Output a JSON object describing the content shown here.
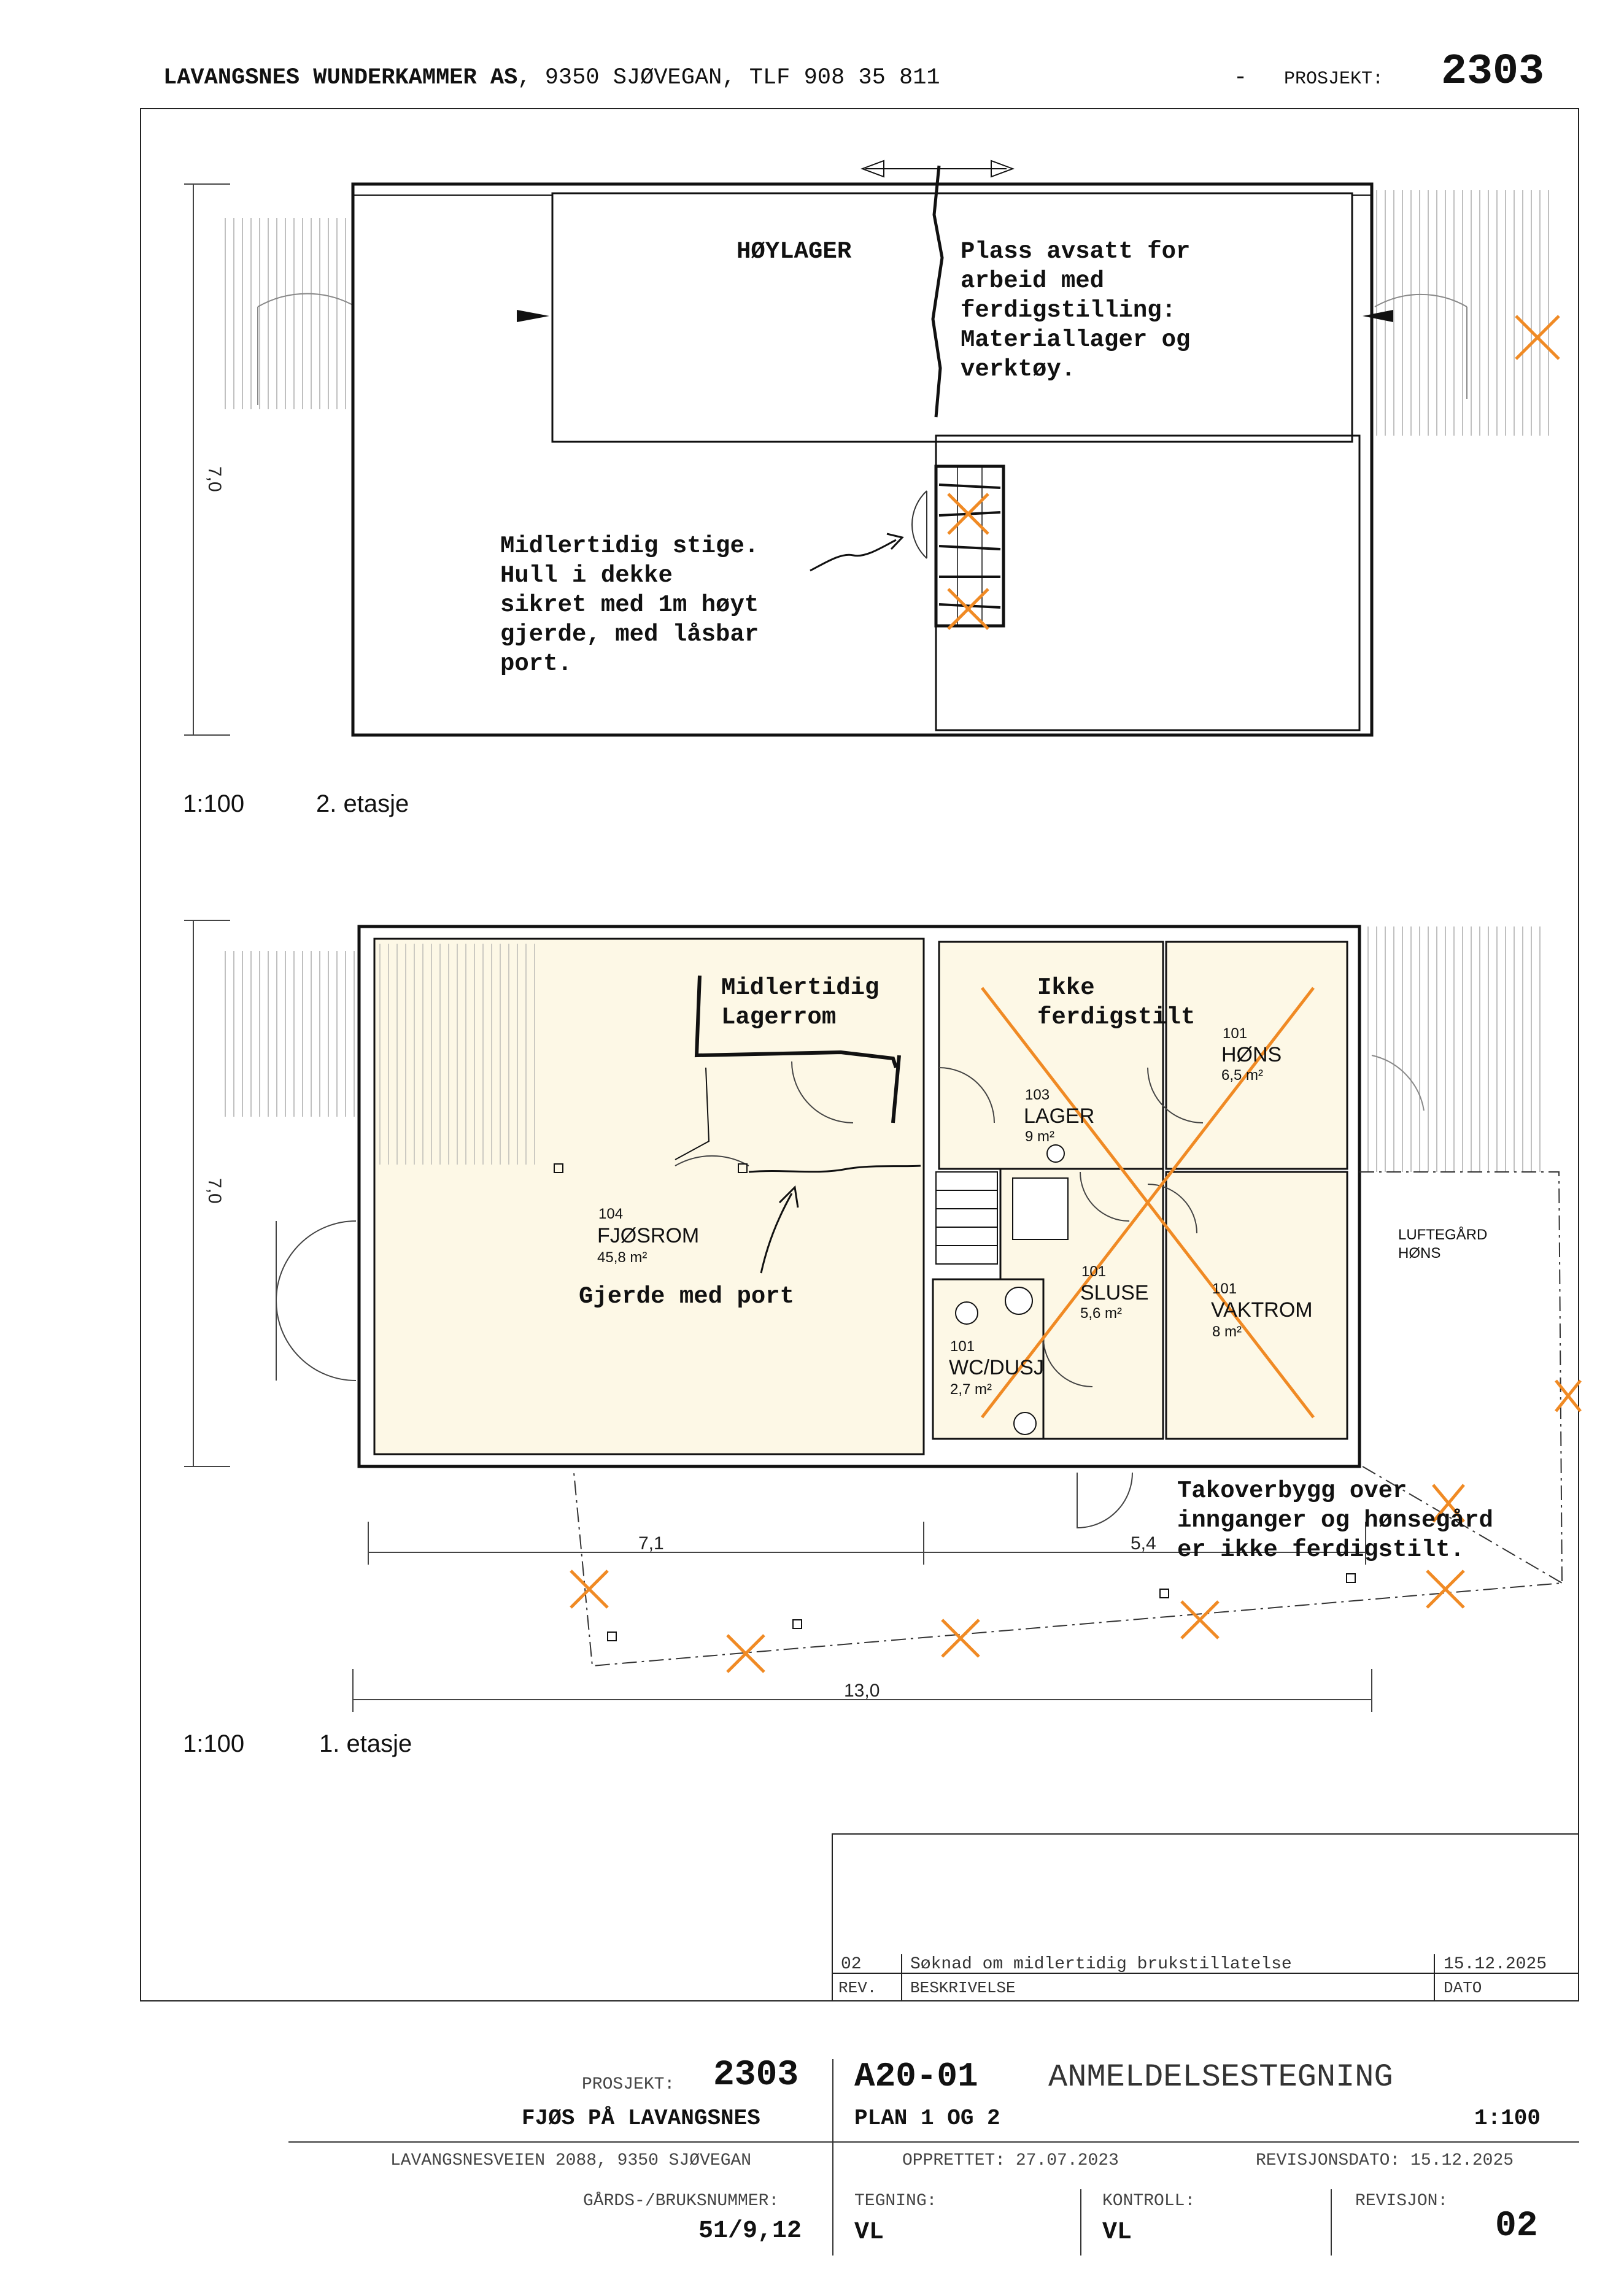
{
  "header": {
    "company": "LAVANGSNES WUNDERKAMMER AS",
    "company_address": ", 9350 SJØVEGAN, TLF 908 35 811",
    "dash": "-",
    "project_label": "PROSJEKT:",
    "project_number": "2303"
  },
  "plan2": {
    "scale": "1:100",
    "name": "2. etasje",
    "height_dim": "7,0",
    "labels": {
      "hoylager": "HØYLAGER",
      "plass": [
        "Plass avsatt for",
        "arbeid med",
        "ferdigstilling:",
        "Materiallager og",
        "verktøy."
      ],
      "stige": [
        "Midlertidig stige.",
        "Hull i dekke",
        "sikret med 1m høyt",
        "gjerde, med låsbar",
        "port."
      ]
    }
  },
  "plan1": {
    "scale": "1:100",
    "name": "1. etasje",
    "height_dim": "7,0",
    "dims": {
      "left": "7,1",
      "right": "5,4",
      "total": "13,0"
    },
    "rooms": [
      {
        "id": "104",
        "name": "FJØSROM",
        "area": "45,8 m²"
      },
      {
        "id": "103",
        "name": "LAGER",
        "area": "9 m²"
      },
      {
        "id": "101",
        "name": "HØNS",
        "area": "6,5 m²"
      },
      {
        "id": "101",
        "name": "SLUSE",
        "area": "5,6 m²"
      },
      {
        "id": "101",
        "name": "VAKTROM",
        "area": "8 m²"
      },
      {
        "id": "101",
        "name": "WC/DUSJ",
        "area": "2,7 m²"
      }
    ],
    "luftegard": [
      "LUFTEGÅRD",
      "HØNS"
    ],
    "notes": {
      "lagerrom": [
        "Midlertidig",
        "Lagerrom"
      ],
      "ikke": [
        "Ikke",
        "ferdigstilt"
      ],
      "gjerde": "Gjerde med port",
      "tak": [
        "Takoverbygg over",
        "innganger og hønsegård",
        "er ikke ferdigstilt."
      ]
    }
  },
  "revision_table": {
    "rows": [
      {
        "rev": "02",
        "description": "Søknad om midlertidig brukstillatelse",
        "date": "15.12.2025"
      }
    ],
    "headers": {
      "rev": "REV.",
      "description": "BESKRIVELSE",
      "date": "DATO"
    }
  },
  "title_block": {
    "project_label": "PROSJEKT:",
    "project_number": "2303",
    "project_name": "FJØS PÅ LAVANGSNES",
    "address": "LAVANGSNESVEIEN 2088, 9350 SJØVEGAN",
    "gnr_label": "GÅRDS-/BRUKSNUMMER:",
    "gnr_value": "51/9,12",
    "drawing_number": "A20-01",
    "drawing_type": "ANMELDELSESTEGNING",
    "drawing_title": "PLAN 1 OG 2",
    "drawing_scale": "1:100",
    "created": "OPPRETTET: 27.07.2023",
    "revision_date": "REVISJONSDATO: 15.12.2025",
    "tegning_label": "TEGNING:",
    "tegning_value": "VL",
    "kontroll_label": "KONTROLL:",
    "kontroll_value": "VL",
    "revisjon_label": "REVISJON:",
    "revisjon_value": "02"
  },
  "colors": {
    "marker": "#f08a24",
    "room_fill": "#fdf8e6",
    "line": "#111111"
  }
}
